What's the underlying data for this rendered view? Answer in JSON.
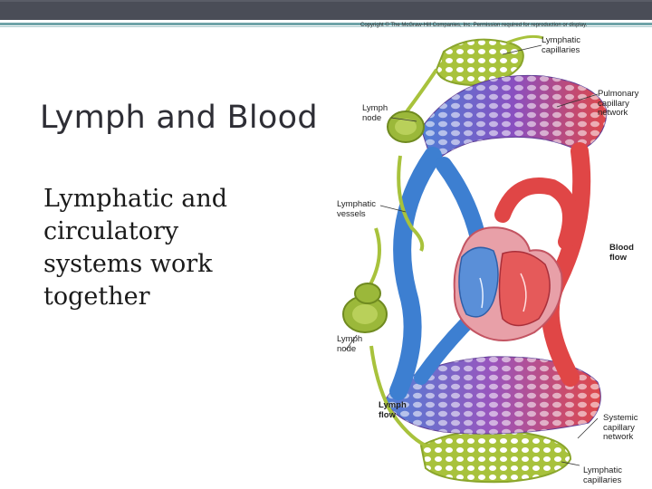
{
  "slide": {
    "title": "Lymph and Blood",
    "body": "Lymphatic and circulatory systems work together"
  },
  "figure": {
    "copyright": "Copyright © The McGraw-Hill Companies, Inc. Permission required for reproduction or display.",
    "labels": {
      "lymphatic_capillaries_top": "Lymphatic\ncapillaries",
      "lymph_node_top": "Lymph\nnode",
      "pulmonary_capillary_network": "Pulmonary\ncapillary\nnetwork",
      "lymphatic_vessels": "Lymphatic\nvessels",
      "blood_flow": "Blood\nflow",
      "lymph_node_bottom": "Lymph\nnode",
      "lymph_flow": "Lymph\nflow",
      "systemic_capillary_network": "Systemic\ncapillary\nnetwork",
      "lymphatic_capillaries_bottom": "Lymphatic\ncapillaries"
    }
  },
  "colors": {
    "top_bar": "#4a4d57",
    "accent": "#6fa3a8",
    "lymph_green": "#a8c23c",
    "vein_blue": "#3d7fd1",
    "artery_red": "#e04646",
    "capillary_purple": "#8b5db8"
  }
}
